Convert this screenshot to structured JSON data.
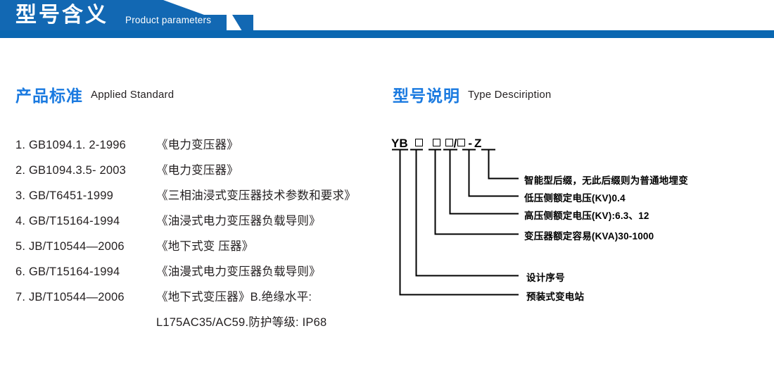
{
  "banner": {
    "title_cn": "型号含义",
    "title_en": "Product parameters",
    "color": "#1268b3"
  },
  "sections": {
    "standards": {
      "heading_cn": "产品标准",
      "heading_en": "Applied Standard",
      "accent_color": "#1a7ae0",
      "items": [
        {
          "code": "1. GB1094.1. 2-1996",
          "name": "《电力变压器》"
        },
        {
          "code": "2. GB1094.3.5- 2003",
          "name": "《电力变压器》"
        },
        {
          "code": "3. GB/T6451-1999",
          "name": "《三相油浸式变压器技术参数和要求》"
        },
        {
          "code": "4. GB/T15164-1994",
          "name": "《油浸式电力变压器负载导则》"
        },
        {
          "code": "5. JB/T10544—2006",
          "name": "《地下式变 压器》"
        },
        {
          "code": "6. GB/T15164-1994",
          "name": "《油漫式电力变压器负载导则》"
        },
        {
          "code": "7. JB/T10544—2006",
          "name": "《地下式变压器》B.绝缘水平:"
        },
        {
          "code": "",
          "name": "L175AC35/AC59.防护等级: IP68",
          "continuation": true
        }
      ]
    },
    "type_description": {
      "heading_cn": "型号说明",
      "heading_en": "Type Desciription",
      "accent_color": "#1a7ae0",
      "code_parts": [
        {
          "type": "text",
          "value": "YB"
        },
        {
          "type": "box"
        },
        {
          "type": "box"
        },
        {
          "type": "box"
        },
        {
          "type": "text",
          "value": "/"
        },
        {
          "type": "box"
        },
        {
          "type": "text",
          "value": "-"
        },
        {
          "type": "text",
          "value": "Z"
        }
      ],
      "labels": [
        {
          "text": "智能型后缀，无此后缀则为普通地埋变"
        },
        {
          "text": "低压侧额定电压(KV)0.4"
        },
        {
          "text": "高压侧额定电压(KV):6.3、12"
        },
        {
          "text": "变压器额定容易(KVA)30-1000"
        },
        {
          "text": "设计序号"
        },
        {
          "text": "预装式变电站"
        }
      ]
    }
  }
}
